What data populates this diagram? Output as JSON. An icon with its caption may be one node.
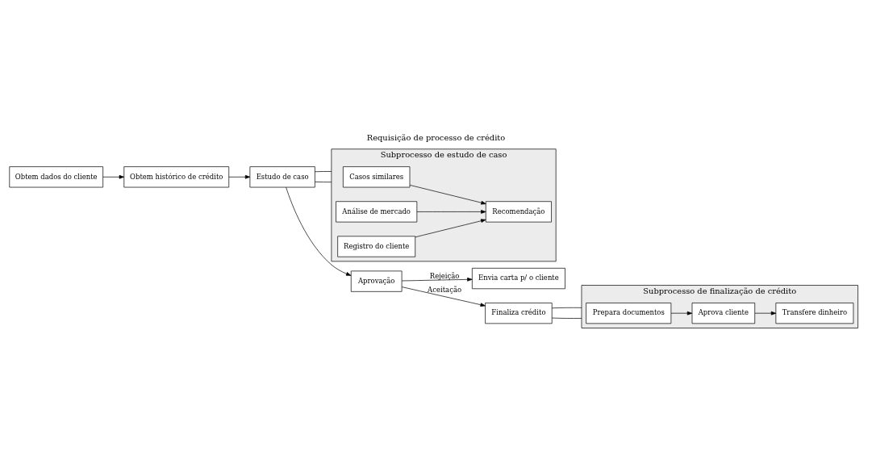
{
  "diagram": {
    "title": "Requisição de processo de crédito",
    "nodes": [
      {
        "text": [
          "Obtem dados do cliente"
        ]
      },
      {
        "text": [
          "Obtem histórico de crédito"
        ]
      },
      {
        "text": [
          "Estudo de caso"
        ]
      },
      {
        "text": [
          "Aprovação"
        ]
      },
      {
        "text": [
          "Envia carta p/ o cliente"
        ]
      },
      {
        "text": [
          "Finaliza crédito"
        ]
      },
      {
        "text": [
          "Subprocesso de estudo de caso"
        ]
      },
      {
        "text": [
          "Casos similares"
        ],
        "in": 6
      },
      {
        "text": [
          "Análise de mercado"
        ],
        "in": 6
      },
      {
        "text": [
          "Registro do cliente"
        ],
        "in": 6
      },
      {
        "text": [
          "Recomendação"
        ],
        "in": 6
      },
      {
        "text": [
          "Subprocesso de finalização de crédito"
        ]
      },
      {
        "text": [
          "Prepara documentos"
        ],
        "in": 11
      },
      {
        "text": [
          "Aprova cliente"
        ],
        "in": 11
      },
      {
        "text": [
          "Transfere dinheiro"
        ],
        "in": 11
      }
    ],
    "edges": [
      {
        "from": 0,
        "to": 1,
        "arrow": "to"
      },
      {
        "from": 1,
        "to": 2,
        "arrow": "to"
      },
      {
        "from": 2,
        "to": 3,
        "arrow": "to"
      },
      {
        "from": 3,
        "to": 4,
        "label": "Rejeição",
        "arrow": "to"
      },
      {
        "from": 3,
        "to": 5,
        "label": "Aceitação",
        "arrow": "to"
      },
      {
        "from": 2,
        "to": 6,
        "arrow": "none"
      },
      {
        "from": 2,
        "to": 6,
        "arrow": "none"
      },
      {
        "from": 5,
        "to": 11,
        "arrow": "none"
      },
      {
        "from": 5,
        "to": 11,
        "arrow": "none"
      },
      {
        "from": 7,
        "to": 10,
        "arrow": "to"
      },
      {
        "from": 8,
        "to": 10,
        "arrow": "to"
      },
      {
        "from": 9,
        "to": 10,
        "arrow": "to"
      },
      {
        "from": 12,
        "to": 13,
        "arrow": "to"
      },
      {
        "from": 13,
        "to": 14,
        "arrow": "to"
      }
    ]
  }
}
